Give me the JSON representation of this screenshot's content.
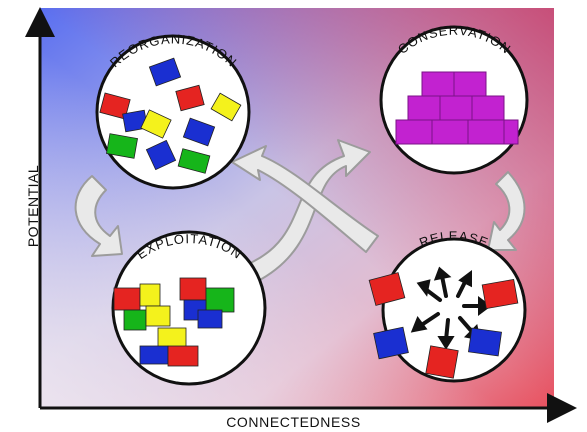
{
  "axes": {
    "y_label": "POTENTIAL",
    "x_label": "CONNECTEDNESS"
  },
  "phases": [
    {
      "name": "REORGANIZATION"
    },
    {
      "name": "CONSERVATION"
    },
    {
      "name": "EXPLOITATION"
    },
    {
      "name": "RELEASE"
    }
  ],
  "colors": {
    "bg_top_left": "#5c70ea",
    "bg_mid": "#d2c9e2",
    "bg_bottom_right": "#e85a6c",
    "bg_top_right": "#c8456a",
    "puzzle_red": "#e52421",
    "puzzle_blue": "#1a2fd1",
    "puzzle_green": "#16b51a",
    "puzzle_yellow": "#f4f21c",
    "puzzle_purple": "#c222d0",
    "arrow_fill": "#e8e8e8",
    "arrow_stroke": "#9a9a9a"
  }
}
